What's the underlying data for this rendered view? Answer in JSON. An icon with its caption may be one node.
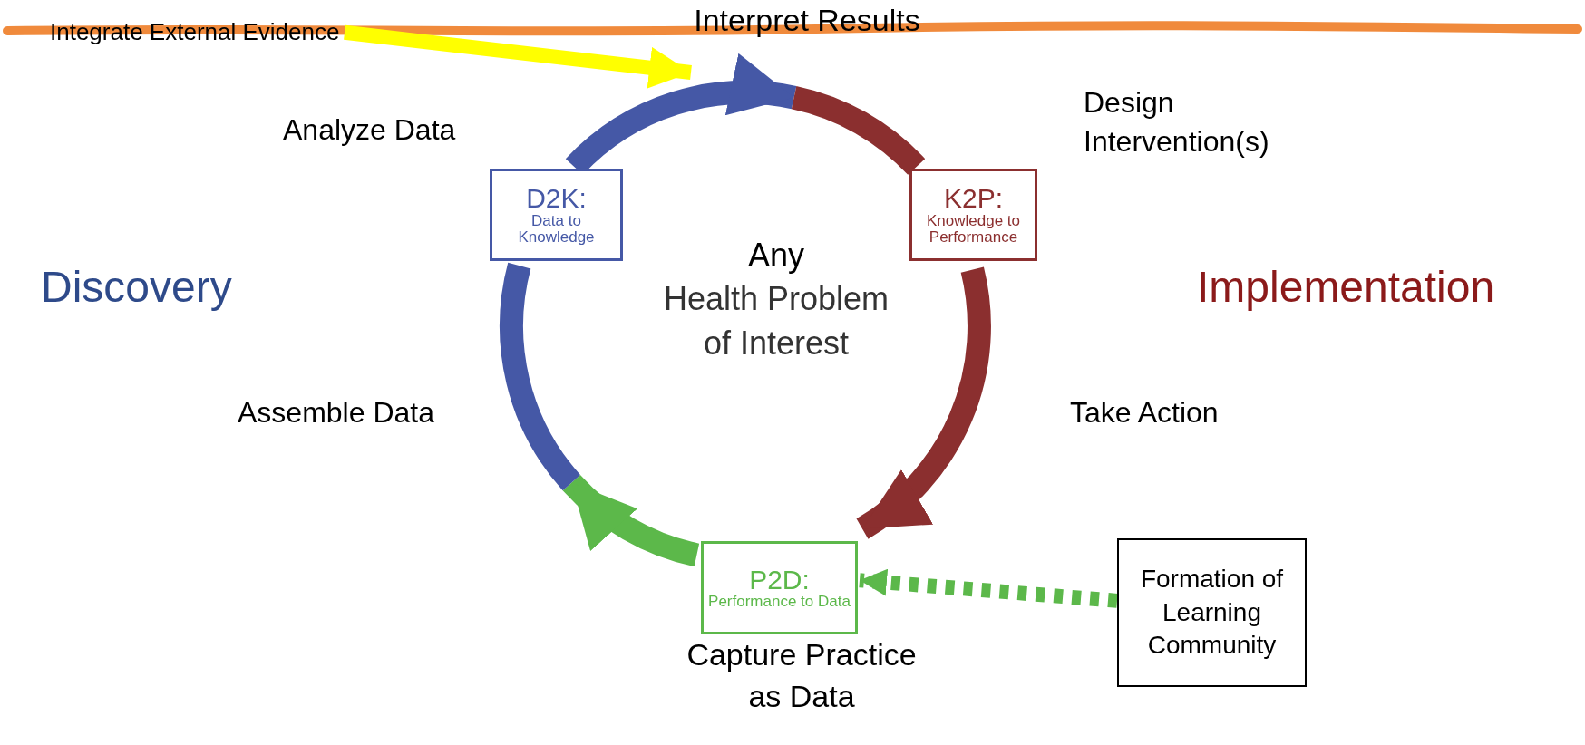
{
  "diagram": {
    "nodes": [
      {
        "text": [
          "D2K:",
          "Data to Knowledge"
        ]
      },
      {
        "text": [
          "K2P:",
          "Knowledge to Performance"
        ]
      },
      {
        "text": [
          "P2D:",
          "Performance to Data"
        ],
        "beside": [
          "Capture Practice as Data"
        ]
      },
      {
        "text": [
          "Formation of Learning Community"
        ]
      },
      {
        "text": [
          "Integrate External Evidence"
        ]
      }
    ],
    "edges": [
      {
        "from": 0,
        "to": null,
        "arrow": "to",
        "color": "#4558a6"
      },
      {
        "from": null,
        "to": 1,
        "arrow": "none",
        "color": "#8b2f2f"
      },
      {
        "from": 1,
        "to": 2,
        "arrow": "to",
        "color": "#8b2f2f"
      },
      {
        "from": 2,
        "to": null,
        "arrow": "to",
        "color": "#5cb84a"
      },
      {
        "from": null,
        "to": 0,
        "arrow": "none",
        "color": "#4558a6"
      },
      {
        "from": 3,
        "to": 2,
        "arrow": "to",
        "style": "dashed",
        "color": "#5cb84a"
      },
      {
        "from": 4,
        "to": null,
        "arrow": "to",
        "color": "#ffff00"
      }
    ],
    "labels": [
      "Interpret Results",
      "Analyze Data",
      "Design Intervention(s)",
      "Discovery",
      "Any",
      "Health Problem of Interest",
      "Implementation",
      "Assemble Data",
      "Take Action"
    ]
  }
}
